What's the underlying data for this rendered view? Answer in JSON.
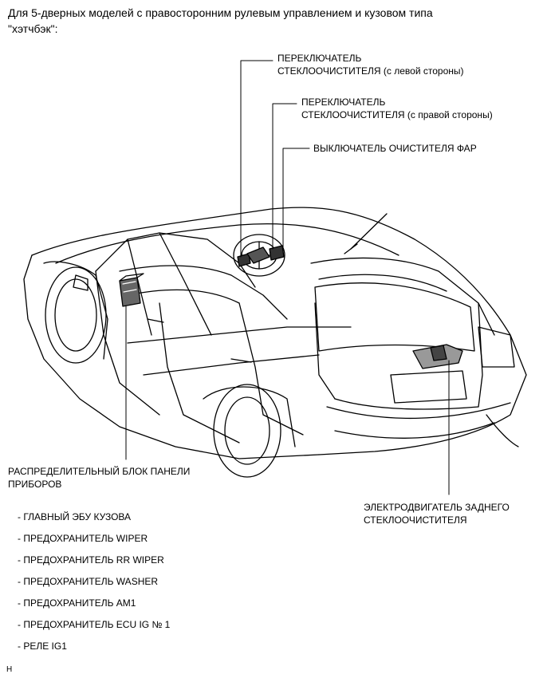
{
  "header": "Для 5-дверных моделей с правосторонним рулевым управлением и кузовом типа \"хэтчбэк\":",
  "callouts": {
    "wiper_switch_left": [
      "ПЕРЕКЛЮЧАТЕЛЬ",
      "СТЕКЛООЧИСТИТЕЛЯ (с левой стороны)"
    ],
    "wiper_switch_right": [
      "ПЕРЕКЛЮЧАТЕЛЬ",
      "СТЕКЛООЧИСТИТЕЛЯ (с правой стороны)"
    ],
    "headlamp_cleaner_switch": "ВЫКЛЮЧАТЕЛЬ ОЧИСТИТЕЛЯ ФАР",
    "instrument_panel_junction_block": [
      "РАСПРЕДЕЛИТЕЛЬНЫЙ БЛОК ПАНЕЛИ",
      "ПРИБОРОВ"
    ],
    "rear_wiper_motor": [
      "ЭЛЕКТРОДВИГАТЕЛЬ ЗАДНЕГО",
      "СТЕКЛООЧИСТИТЕЛЯ"
    ]
  },
  "junction_block_items": [
    "- ГЛАВНЫЙ ЭБУ КУЗОВА",
    "- ПРЕДОХРАНИТЕЛЬ WIPER",
    "- ПРЕДОХРАНИТЕЛЬ RR WIPER",
    "- ПРЕДОХРАНИТЕЛЬ WASHER",
    "- ПРЕДОХРАНИТЕЛЬ AM1",
    "- ПРЕДОХРАНИТЕЛЬ ECU IG № 1",
    "- РЕЛЕ IG1"
  ],
  "footer_code": "H"
}
